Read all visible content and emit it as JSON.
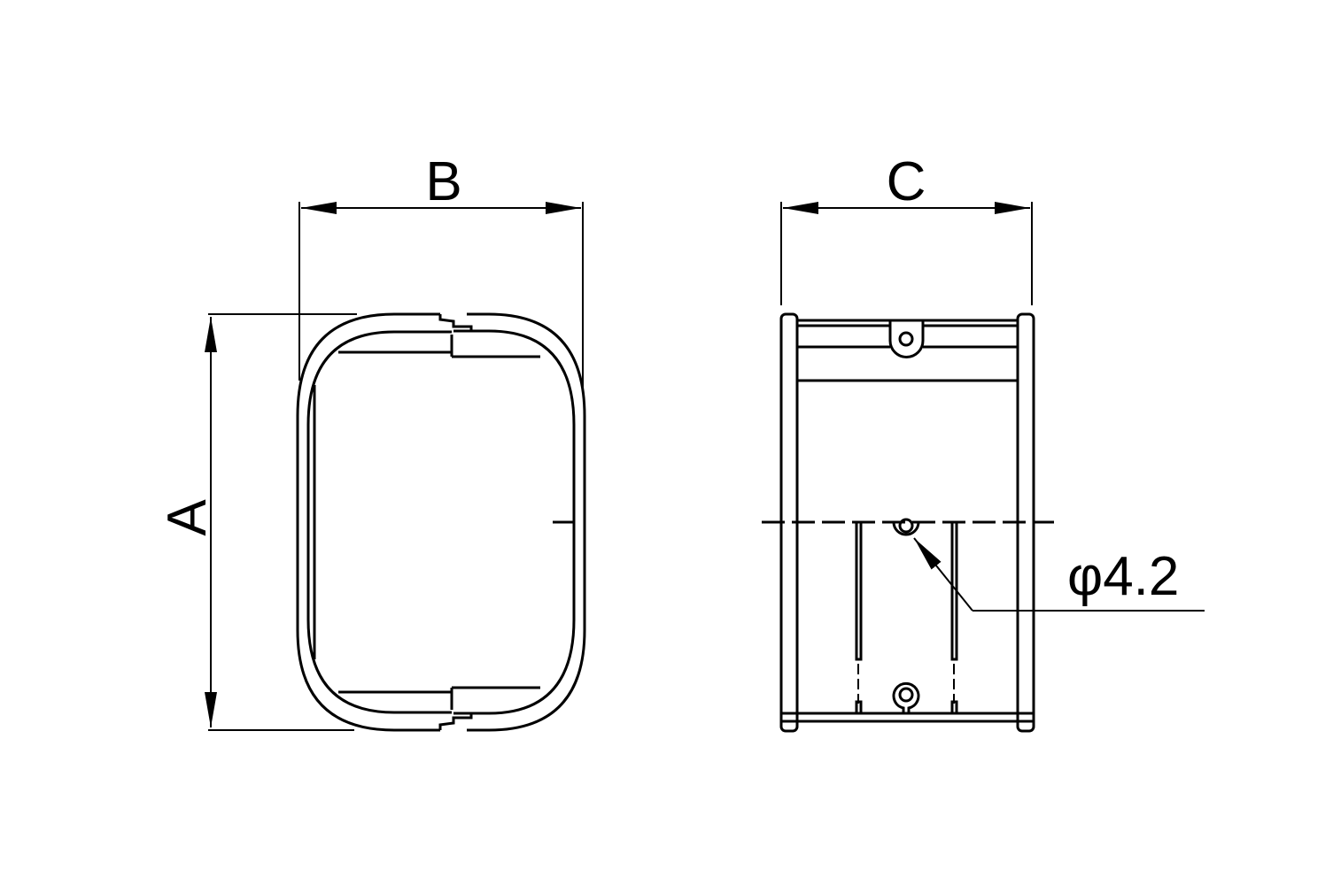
{
  "labels": {
    "a": "A",
    "b": "B",
    "c": "C",
    "hole": "φ4.2"
  },
  "colors": {
    "line": "#000000",
    "background": "#ffffff"
  }
}
